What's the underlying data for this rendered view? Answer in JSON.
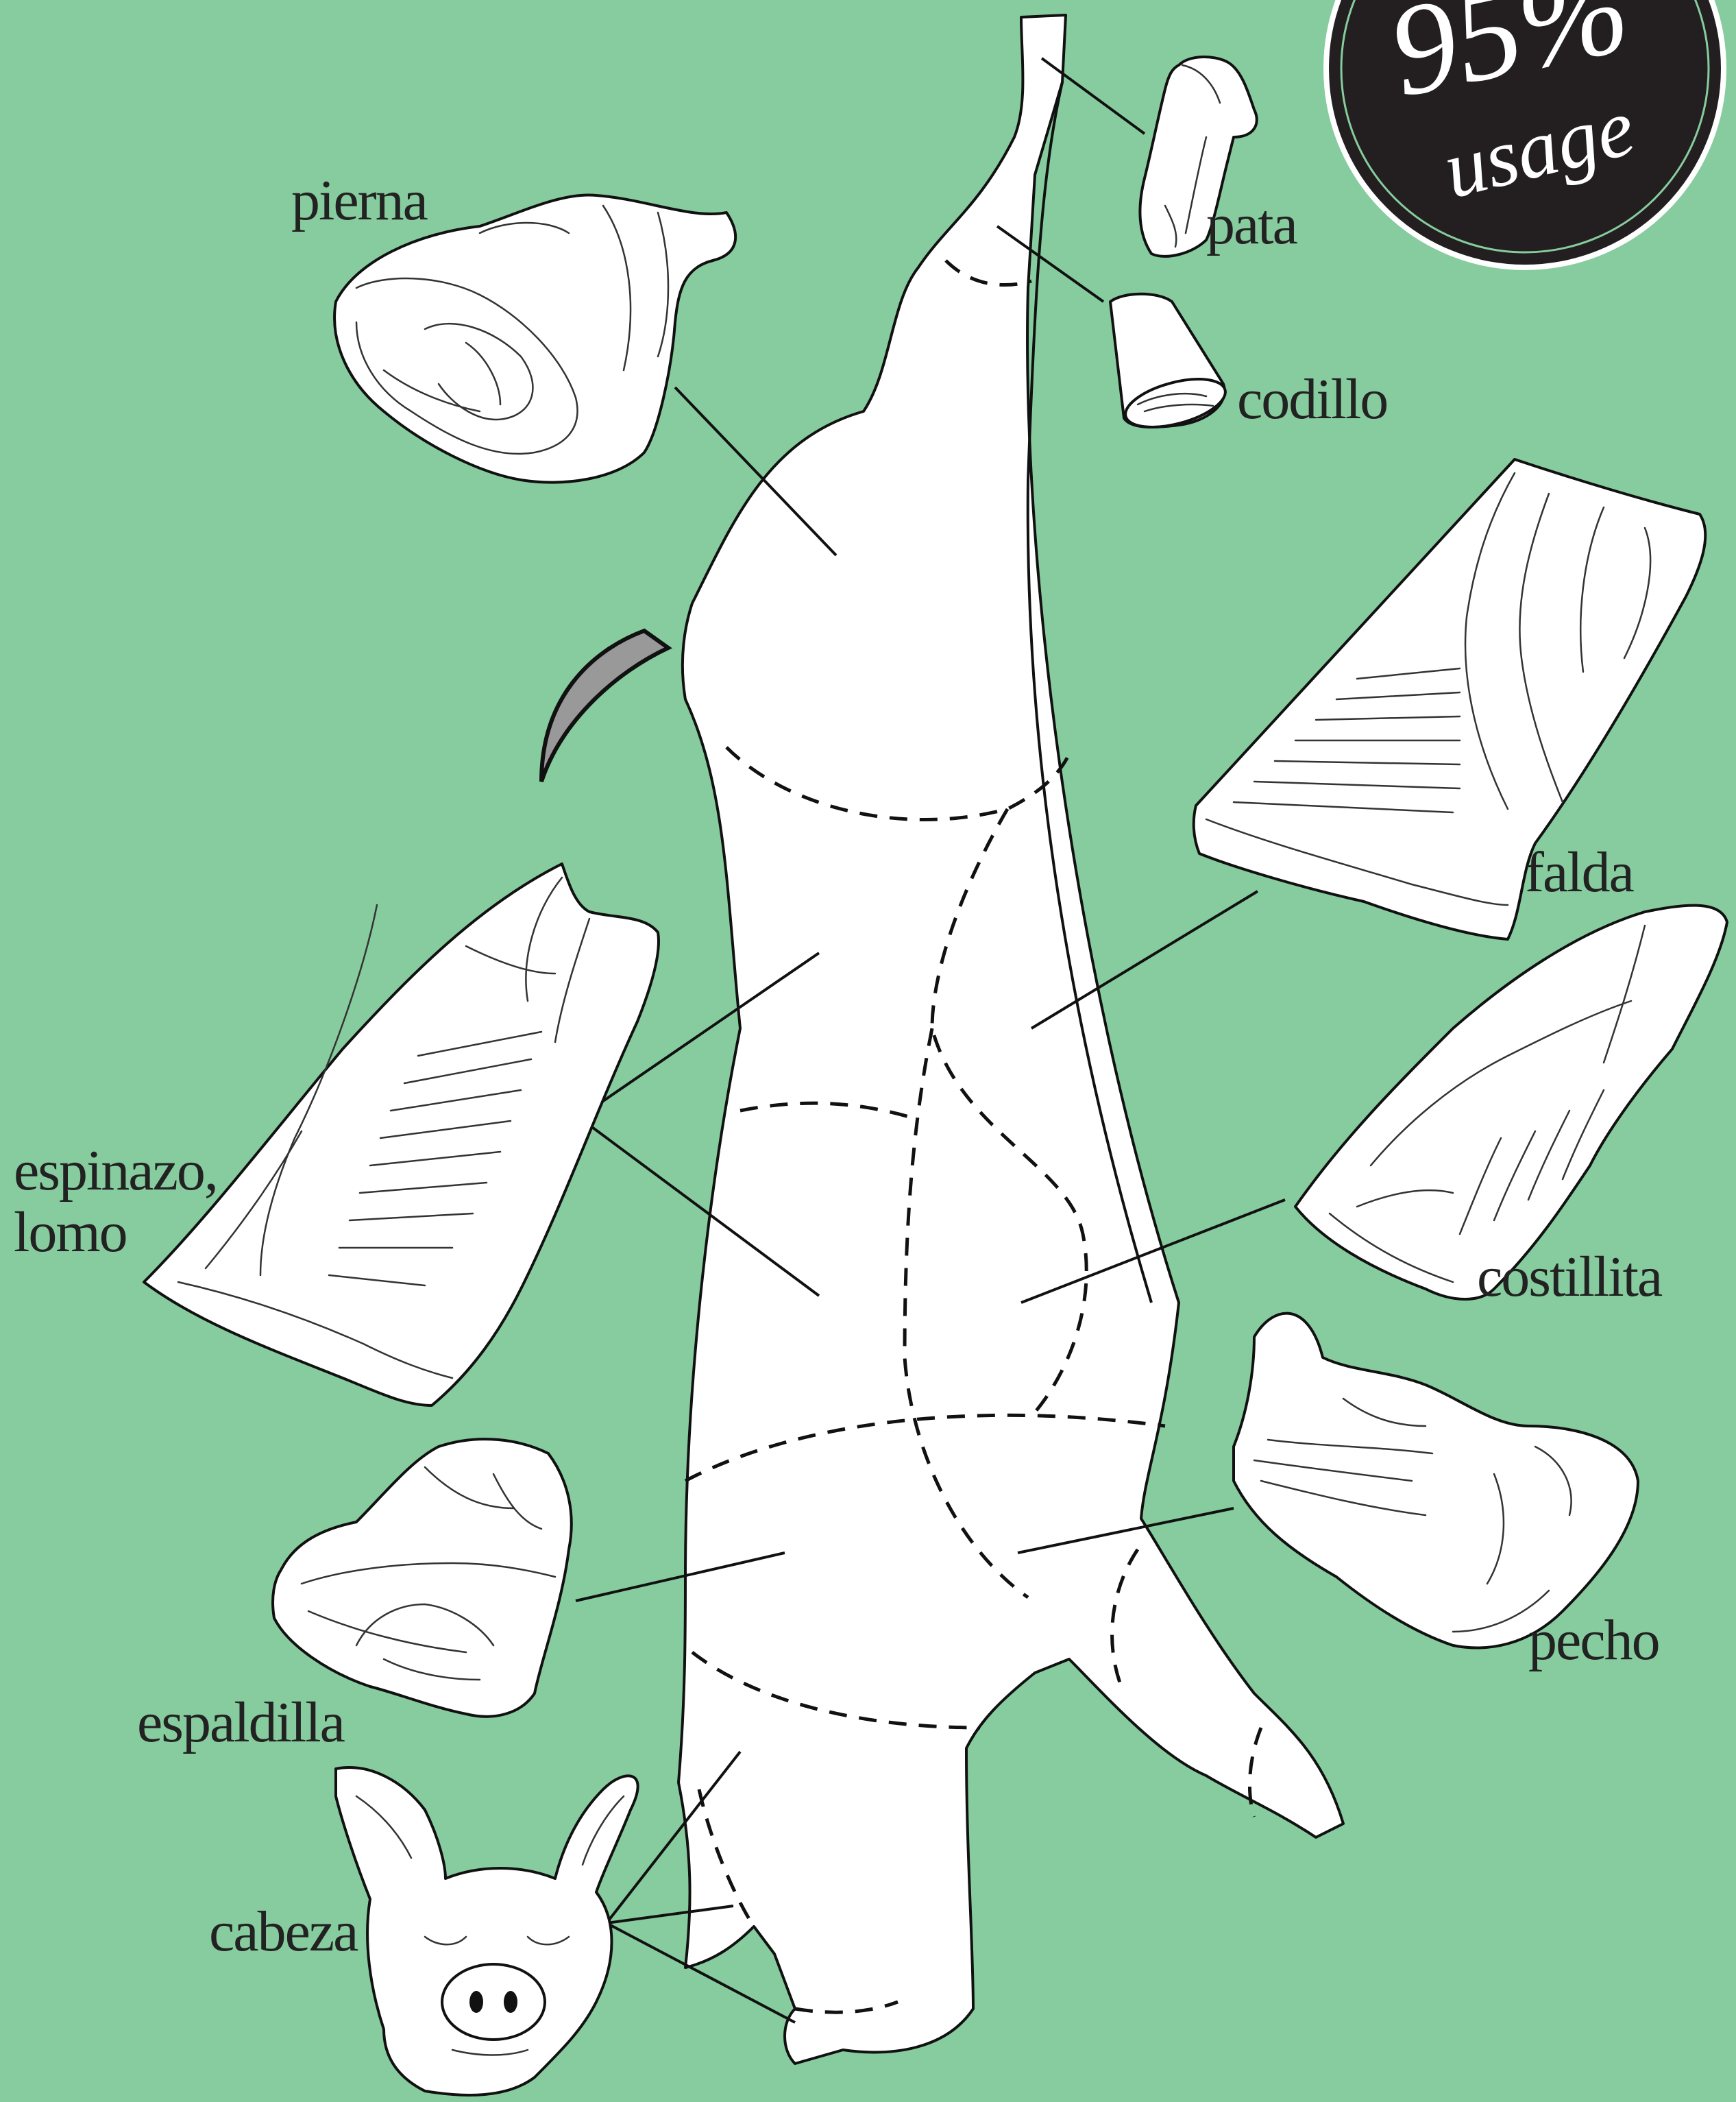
{
  "badge": {
    "percent": "95%",
    "word": "usage",
    "fill": "#231f20",
    "text_color": "#ffffff"
  },
  "colors": {
    "background": "#87cc9e",
    "carcass": "#ffffff",
    "outline": "#111111",
    "tail": "#999999"
  },
  "labels": {
    "pierna": "pierna",
    "pata": "pata",
    "codillo": "codillo",
    "falda": "falda",
    "espinazo": "espinazo,",
    "lomo": "lomo",
    "costillita": "costillita",
    "pecho": "pecho",
    "espaldilla": "espaldilla",
    "cabeza": "cabeza"
  },
  "icons": [
    "pig-carcass",
    "ham-icon",
    "trotter-icon",
    "hock-icon",
    "belly-icon",
    "loin-icon",
    "ribs-icon",
    "breast-icon",
    "shoulder-icon",
    "pig-head-icon"
  ]
}
